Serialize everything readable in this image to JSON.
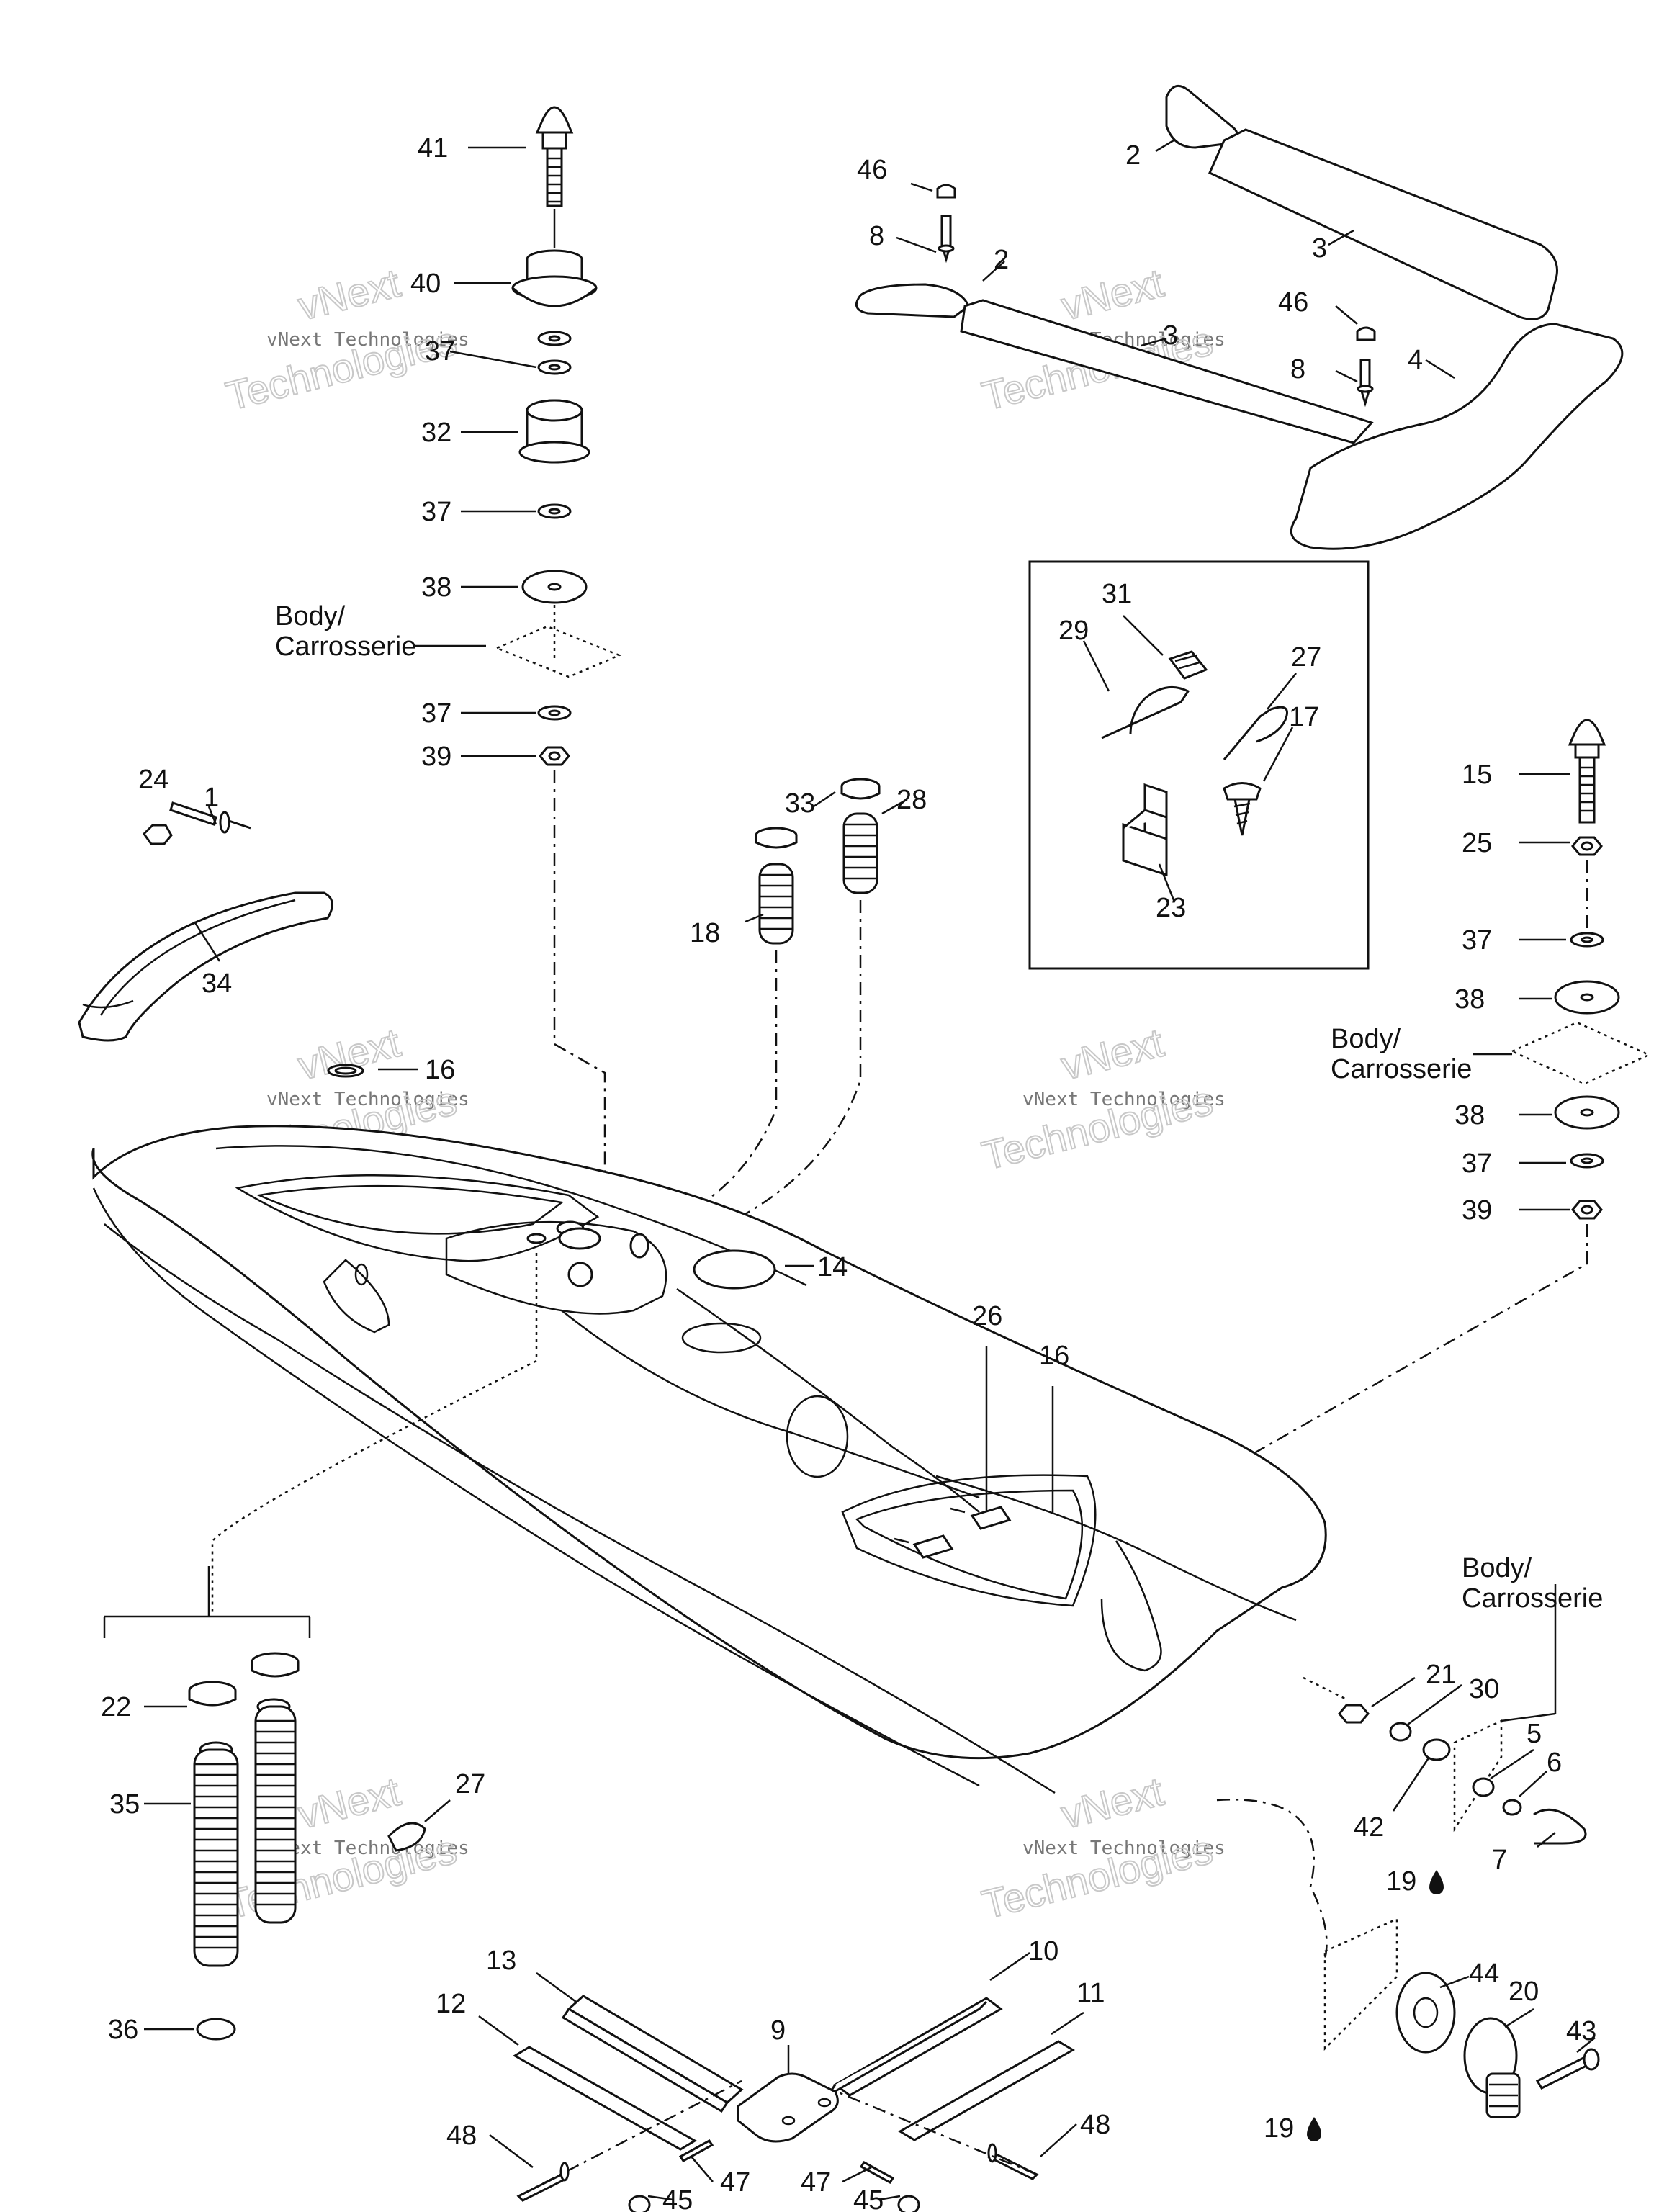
{
  "callouts": {
    "c41": "41",
    "c40": "40",
    "c37a": "37",
    "c32": "32",
    "c37b": "37",
    "c38a": "38",
    "c37c": "37",
    "c39a": "39",
    "c24": "24",
    "c1": "1",
    "c34": "34",
    "c16a": "16",
    "c33": "33",
    "c28": "28",
    "c18": "18",
    "c14": "14",
    "c26": "26",
    "c16b": "16",
    "c46a": "46",
    "c8a": "8",
    "c2a": "2",
    "c2b": "2",
    "c3a": "3",
    "c3b": "3",
    "c46b": "46",
    "c8b": "8",
    "c4": "4",
    "c31": "31",
    "c29": "29",
    "c27a": "27",
    "c17": "17",
    "c23": "23",
    "c15": "15",
    "c25": "25",
    "c37d": "37",
    "c38b": "38",
    "c38c": "38",
    "c37e": "37",
    "c39b": "39",
    "c21": "21",
    "c30": "30",
    "c5": "5",
    "c6": "6",
    "c42": "42",
    "c19a": "19",
    "c7": "7",
    "c44": "44",
    "c20": "20",
    "c43": "43",
    "c19b": "19",
    "c22": "22",
    "c35": "35",
    "c27b": "27",
    "c36": "36",
    "c13": "13",
    "c12": "12",
    "c10": "10",
    "c11": "11",
    "c9": "9",
    "c48a": "48",
    "c48b": "48",
    "c47a": "47",
    "c47b": "47",
    "c45a": "45",
    "c45b": "45"
  },
  "body_labels": {
    "top_line1": "Body/",
    "top_line2": "Carrosserie",
    "right_line1": "Body/",
    "right_line2": "Carrosserie",
    "bottom_line1": "Body/",
    "bottom_line2": "Carrosserie"
  },
  "watermarks": {
    "small": "vNext Technologies",
    "top": "vNext",
    "bottom": "Technologies"
  },
  "icons": [
    "drop-icon",
    "drop-icon"
  ]
}
